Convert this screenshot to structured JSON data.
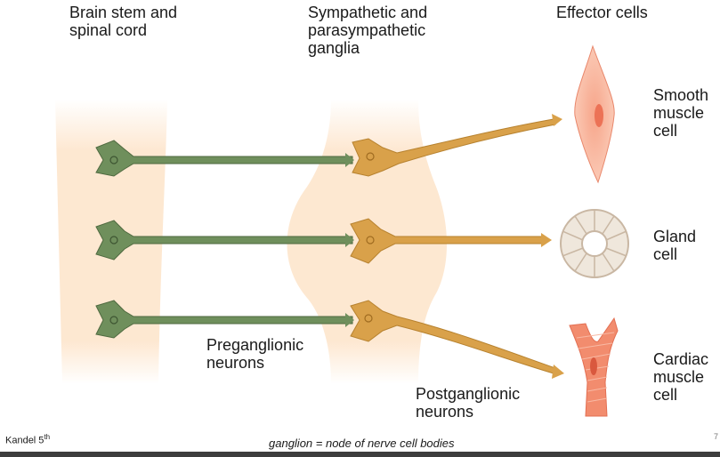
{
  "labels": {
    "cns": "Brain stem and\nspinal cord",
    "ganglia": "Sympathetic and\nparasympathetic\nganglia",
    "effectors": "Effector cells",
    "smooth": "Smooth\nmuscle\ncell",
    "gland": "Gland\ncell",
    "cardiac": "Cardiac\nmuscle\ncell",
    "pre": "Preganglionic\nneurons",
    "post": "Postganglionic\nneurons"
  },
  "footer": {
    "source_main": "Kandel 5",
    "source_sup": "th",
    "caption": "ganglion = node of nerve cell bodies",
    "slide_number": "7"
  },
  "colors": {
    "pre_neuron": "#6f8f5c",
    "post_neuron": "#d9a14a",
    "tissue": "#fde5cc",
    "smooth_muscle": "#f6a98f",
    "gland": "#efe7dc",
    "cardiac": "#f28c6e"
  }
}
